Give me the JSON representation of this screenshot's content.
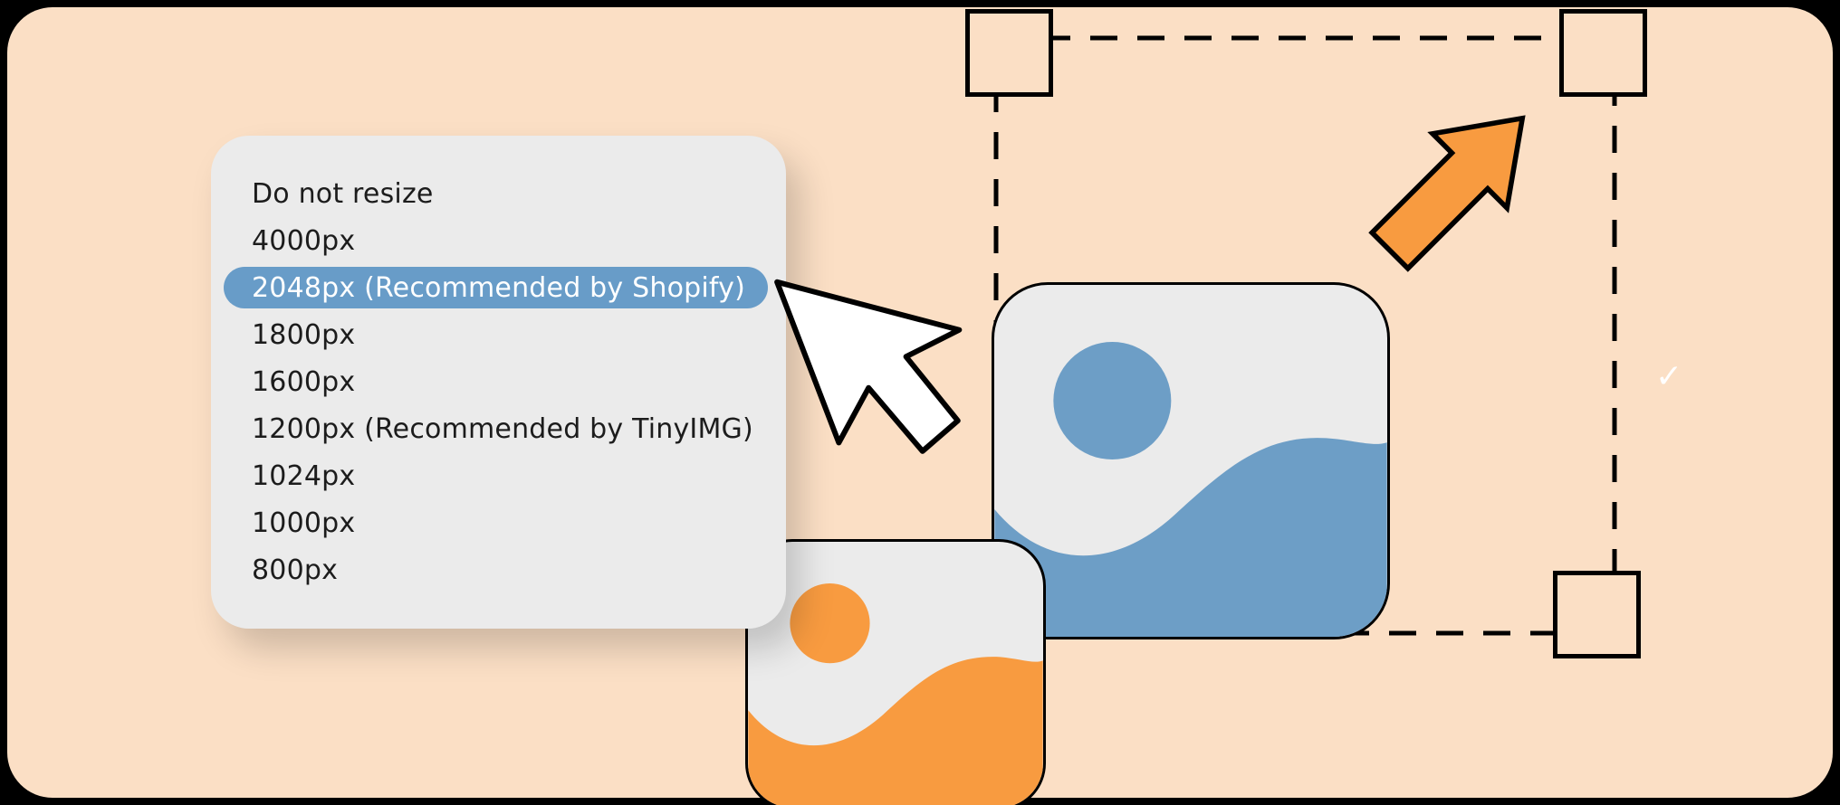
{
  "colors": {
    "canvas-bg": "#000000",
    "panel-bg": "#FBDFC5",
    "menu-bg": "#EBEBEB",
    "highlight-blue": "#689CC8",
    "icon-blue": "#6D9EC6",
    "accent-orange": "#F89B40",
    "text-dark": "#1C1C1C",
    "highlight-text": "#FFFFFF"
  },
  "dropdown": {
    "items": [
      {
        "label": "Do not resize",
        "selected": false
      },
      {
        "label": "4000px",
        "selected": false
      },
      {
        "label": "2048px (Recommended by Shopify)",
        "selected": true
      },
      {
        "label": "1800px",
        "selected": false
      },
      {
        "label": "1600px",
        "selected": false
      },
      {
        "label": "1200px (Recommended by TinyIMG)",
        "selected": false
      },
      {
        "label": "1024px",
        "selected": false
      },
      {
        "label": "1000px",
        "selected": false
      },
      {
        "label": "800px",
        "selected": false
      }
    ]
  },
  "selection": {
    "checkmark": "✓"
  },
  "icons": {
    "cursor": "pointer-arrow",
    "resize_arrow": "diagonal-arrow-up-right",
    "image_large": "landscape-photo-blue",
    "image_small": "landscape-photo-orange"
  }
}
